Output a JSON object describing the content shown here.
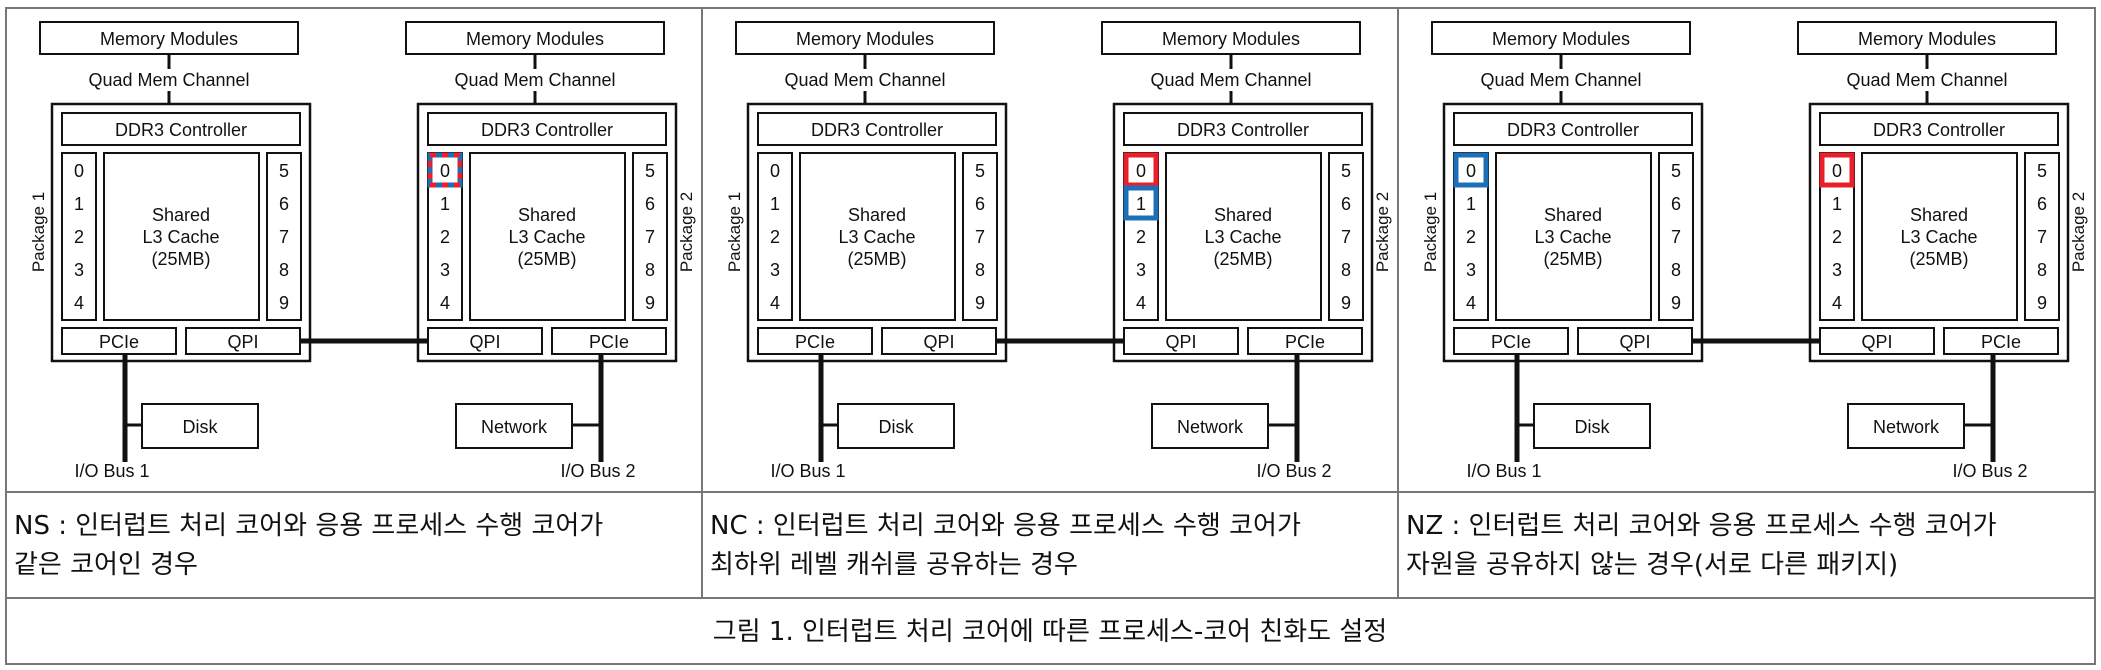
{
  "panels": [
    {
      "id": "ns",
      "description_lines": [
        "NS : 인터럽트 처리 코어와 응용 프로세스 수행 코어가",
        "같은 코어인 경우"
      ],
      "pkg1": {
        "highlights": []
      },
      "pkg2": {
        "highlights": [
          {
            "core": "0",
            "style": "dashed-red-blue"
          }
        ]
      }
    },
    {
      "id": "nc",
      "description_lines": [
        "NC : 인터럽트 처리 코어와 응용 프로세스 수행 코어가",
        "최하위 레벨 캐쉬를 공유하는 경우"
      ],
      "pkg1": {
        "highlights": []
      },
      "pkg2": {
        "highlights": [
          {
            "core": "0",
            "style": "red"
          },
          {
            "core": "1",
            "style": "blue"
          }
        ]
      }
    },
    {
      "id": "nz",
      "description_lines": [
        "NZ : 인터럽트 처리 코어와 응용 프로세스 수행 코어가",
        "자원을 공유하지 않는 경우(서로 다른 패키지)"
      ],
      "pkg1": {
        "highlights": [
          {
            "core": "0",
            "style": "blue"
          }
        ]
      },
      "pkg2": {
        "highlights": [
          {
            "core": "0",
            "style": "red"
          }
        ]
      }
    }
  ],
  "labels": {
    "memory_modules": "Memory Modules",
    "quad_mem_channel": "Quad Mem Channel",
    "ddr3_controller": "DDR3 Controller",
    "cache_lines": [
      "Shared",
      "L3 Cache",
      "(25MB)"
    ],
    "pcie": "PCIe",
    "qpi": "QPI",
    "package1": "Package 1",
    "package2": "Package 2",
    "disk": "Disk",
    "network": "Network",
    "io_bus_1": "I/O Bus 1",
    "io_bus_2": "I/O Bus 2",
    "left_cores": [
      "0",
      "1",
      "2",
      "3",
      "4"
    ],
    "right_cores": [
      "5",
      "6",
      "7",
      "8",
      "9"
    ]
  },
  "caption": "그림 1. 인터럽트 처리 코어에 따른 프로세스-코어 친화도 설정",
  "colors": {
    "highlight_red": "#e8202a",
    "highlight_blue": "#1f6fb8",
    "line": "#111111",
    "border": "#666666"
  }
}
